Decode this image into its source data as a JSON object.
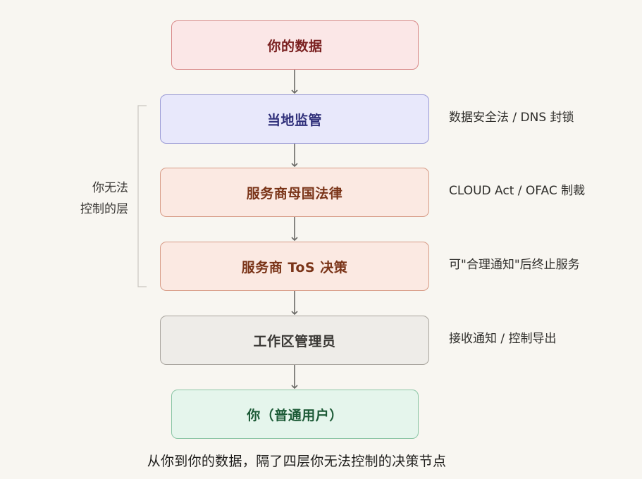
{
  "nodes": {
    "your_data": "你的数据",
    "local_regulation": "当地监管",
    "provider_home_law": "服务商母国法律",
    "provider_tos": "服务商 ToS 决策",
    "workspace_admin": "工作区管理员",
    "end_user": "你（普通用户）"
  },
  "notes": {
    "local_regulation": "数据安全法 / DNS 封锁",
    "provider_home_law": "CLOUD Act / OFAC 制裁",
    "provider_tos": "可\"合理通知\"后终止服务",
    "workspace_admin": "接收通知 / 控制导出"
  },
  "bracket": {
    "line1": "你无法",
    "line2": "控制的层"
  },
  "caption": "从你到你的数据，隔了四层你无法控制的决策节点",
  "colors": {
    "arrow": "#6b6a67",
    "bracket": "#c9c6c0"
  }
}
